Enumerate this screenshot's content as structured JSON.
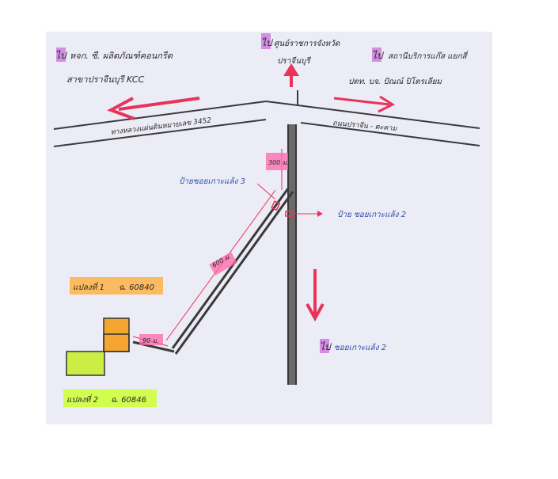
{
  "labels": {
    "go_to": "ไป",
    "top_left_line1": "หจก. ซี. ผลิตภัณฑ์คอนกรีต",
    "top_left_line2": "สาขาปราจีนบุรี KCC",
    "top_center_line1": "ศูนย์ราชการจังหวัด",
    "top_center_line2": "ปราจีนบุรี",
    "top_right_line1": "สถานีบริการแก๊ส แยกสี่",
    "top_right_line2": "ปตท. บจ. ปัณณ์ ปิโตรเลียม",
    "road_left": "ทางหลวงแผ่นดินหมายเลข 3452",
    "road_right": "ถนนปราจีน - ตะคาม",
    "dist_300": "300 ม.",
    "dist_600": "600 ม.",
    "dist_90": "90 ม.",
    "alley_3": "ป้ายซอยเกาะแล้ง 3",
    "alley_2_sign": "ป้าย ซอยเกาะแล้ง 2",
    "alley_2_dest": "ซอยเกาะแล้ง 2",
    "plot_1_label": "แปลงที่ 1",
    "plot_1_deed": "ฉ. 60840",
    "plot_2_label": "แปลงที่ 2",
    "plot_2_deed": "ฉ. 60846"
  },
  "colors": {
    "arrow_red": "#e8345a",
    "road_dark": "#3a3a3a",
    "highlight_purple": "#cc77dd",
    "highlight_pink": "#ff66aa",
    "highlight_orange": "#ffb347",
    "highlight_lime": "#ccff33",
    "plot_orange": "#f5a531",
    "plot_green": "#ccee44",
    "sheet_bg": "#ececf6",
    "annotation_blue": "#2b4fa8"
  }
}
